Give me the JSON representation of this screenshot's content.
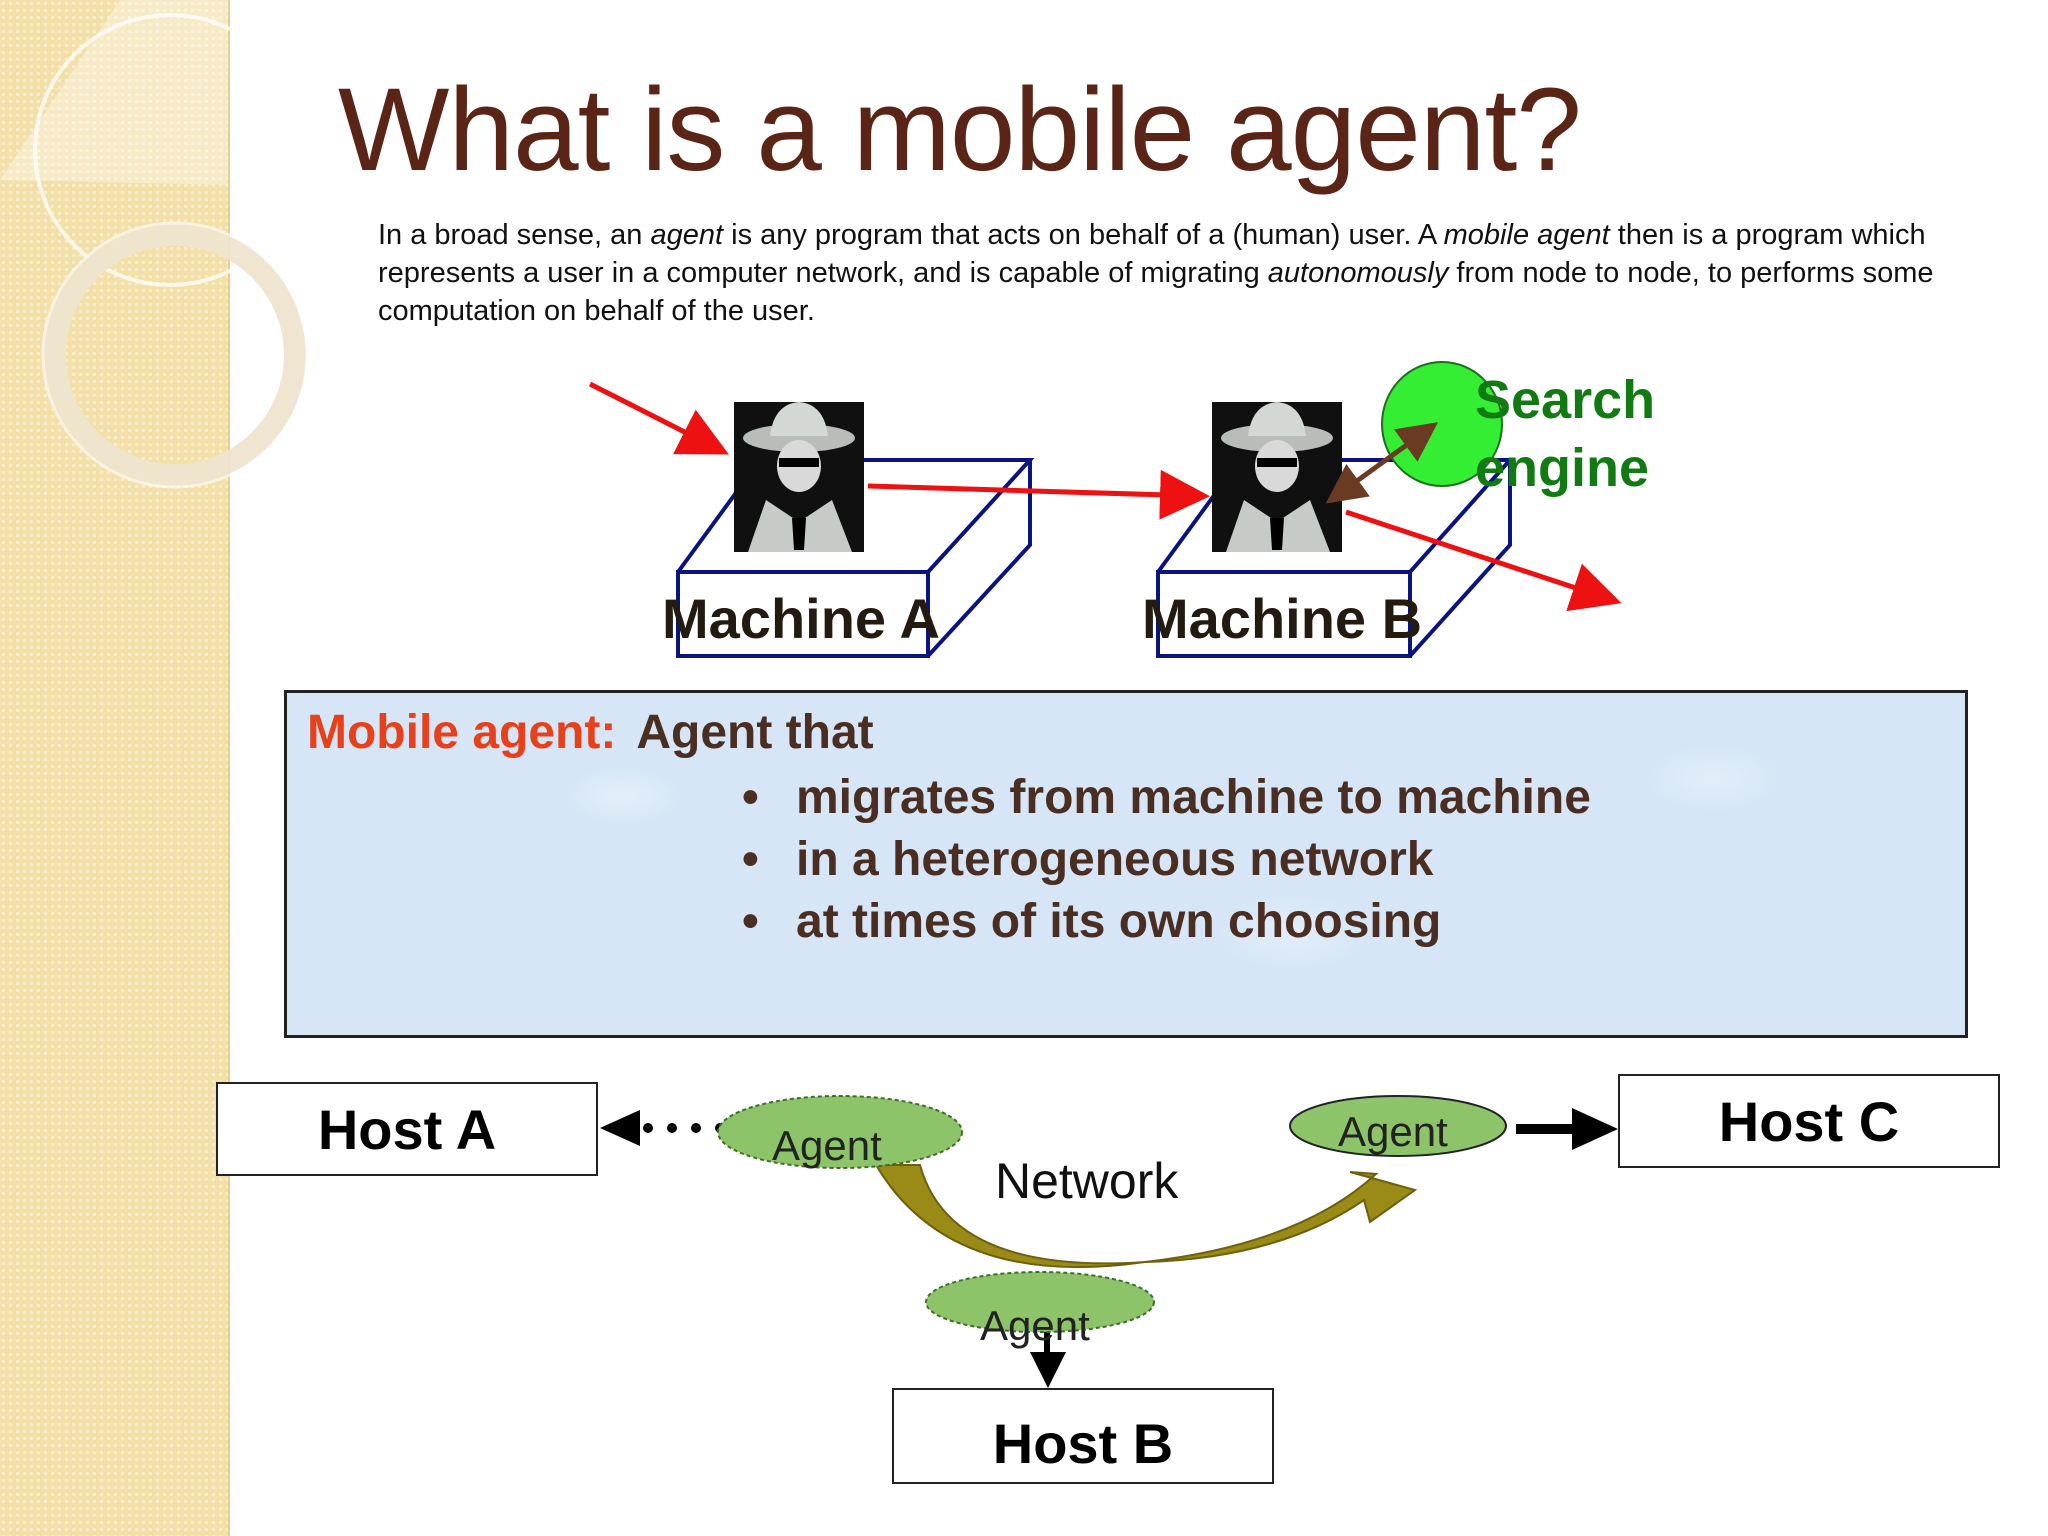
{
  "title": "What is a mobile agent?",
  "intro": {
    "p1": "In a broad sense, an ",
    "em1": "agent",
    "p2": " is any program that acts on behalf of a (human) user. A ",
    "em2": "mobile agent",
    "p3": " then is a program which represents a user in a computer network, and is capable of migrating ",
    "em3": "autonomously",
    "p4": " from node to node, to performs some computation on behalf of the user."
  },
  "top_diagram": {
    "machine_a": "Machine A",
    "machine_b": "Machine B",
    "search_engine": "Search engine",
    "colors": {
      "arrow": "#ee1111",
      "machine_outline": "#0a1480",
      "search_circle": "#33ee33",
      "search_text": "#127a12",
      "double_arrow": "#6a3a22"
    }
  },
  "infobox": {
    "key": "Mobile agent:",
    "rest": "Agent that",
    "bullets": [
      "migrates from machine to machine",
      "in a heterogeneous network",
      "at times of its own choosing"
    ],
    "colors": {
      "key": "#e8401a",
      "text": "#4a2e22",
      "background": "#d6e6f6"
    }
  },
  "bottom_diagram": {
    "host_a": "Host A",
    "host_b": "Host B",
    "host_c": "Host C",
    "network": "Network",
    "agent_1": "Agent",
    "agent_2": "Agent",
    "agent_3": "Agent",
    "colors": {
      "agent_oval": "#8dc46a",
      "network_arrow": "#9a8a16"
    }
  }
}
